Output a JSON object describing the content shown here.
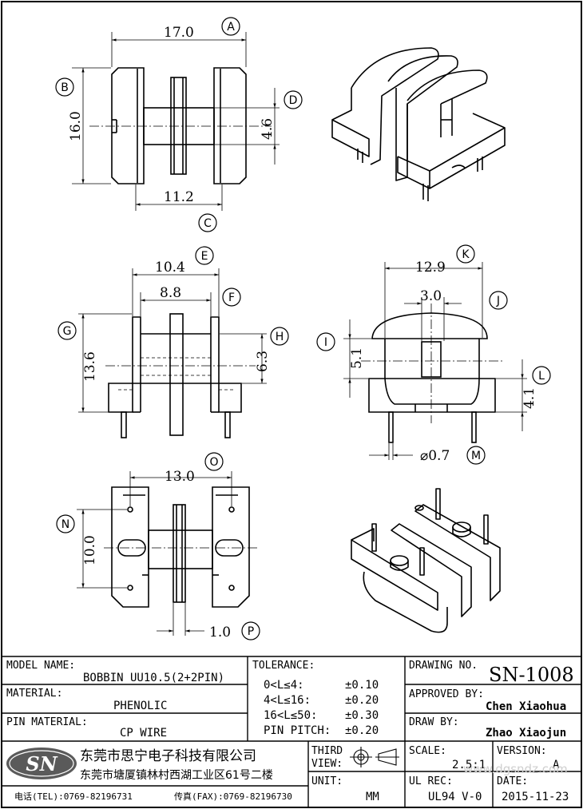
{
  "drawing": {
    "dims": {
      "a": "17.0",
      "b": "16.0",
      "c": "11.2",
      "d": "4.6",
      "e": "10.4",
      "f": "8.8",
      "g": "13.6",
      "h": "6.3",
      "k": "12.9",
      "j": "3.0",
      "i": "5.1",
      "l": "4.1",
      "m": "⌀0.7",
      "o": "13.0",
      "n": "10.0",
      "p": "1.0"
    },
    "callouts": [
      "A",
      "B",
      "C",
      "D",
      "E",
      "F",
      "G",
      "H",
      "I",
      "J",
      "K",
      "L",
      "M",
      "N",
      "O",
      "P"
    ]
  },
  "title_block": {
    "model_name_label": "MODEL NAME:",
    "model_name": "BOBBIN UU10.5(2+2PIN)",
    "material_label": "MATERIAL:",
    "material": "PHENOLIC",
    "pin_material_label": "PIN MATERIAL:",
    "pin_material": "CP WIRE",
    "tolerance_label": "TOLERANCE:",
    "tolerances": [
      {
        "range": "0<L≤4:",
        "value": "±0.10"
      },
      {
        "range": "4<L≤16:",
        "value": "±0.20"
      },
      {
        "range": "16<L≤50:",
        "value": "±0.30"
      },
      {
        "range": "PIN PITCH:",
        "value": "±0.20"
      }
    ],
    "drawing_no_label": "DRAWING NO.",
    "drawing_no": "SN-1008",
    "approved_by_label": "APPROVED BY:",
    "approved_by": "Chen Xiaohua",
    "draw_by_label": "DRAW BY:",
    "draw_by": "Zhao Xiaojun",
    "company_logo": "SN",
    "company_name": "东莞市思宁电子科技有限公司",
    "company_address": "东莞市塘厦镇林村西湖工业区61号二楼",
    "tel": "电话(TEL):0769-82196731",
    "fax": "传真(FAX):0769-82196730",
    "third_view_label_1": "THIRD",
    "third_view_label_2": "VIEW:",
    "unit_label": "UNIT:",
    "unit": "MM",
    "scale_label": "SCALE:",
    "scale": "2.5:1",
    "version_label": "VERSION:",
    "version": "A",
    "ul_rec_label": "UL REC:",
    "ul_rec": "UL94 V-0",
    "date_label": "DATE:",
    "date": "2015-11-23",
    "watermark": "www.dgsndz.com"
  }
}
